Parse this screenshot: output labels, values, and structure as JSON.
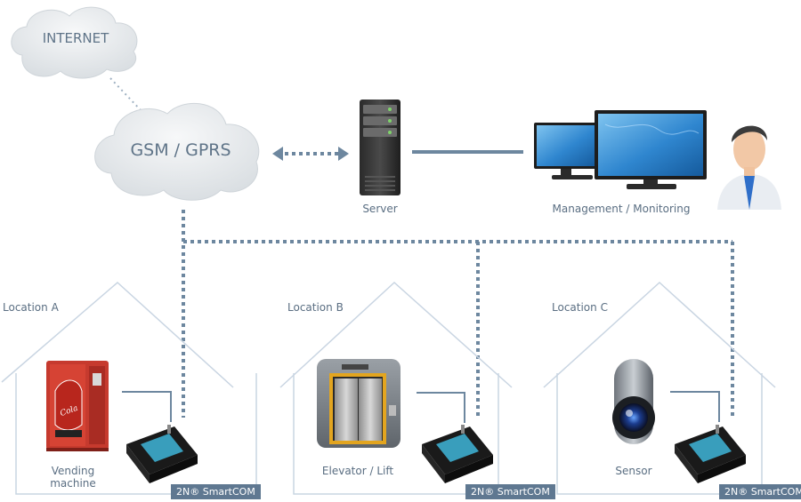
{
  "clouds": {
    "internet": "INTERNET",
    "gsm": "GSM / GPRS"
  },
  "nodes": {
    "server": "Server",
    "management": "Management / Monitoring"
  },
  "locations": [
    {
      "title": "Location A",
      "device_line1": "Vending",
      "device_line2": "machine",
      "badge": "2N® SmartCOM",
      "can_text": "Cola"
    },
    {
      "title": "Location B",
      "device": "Elevator / Lift",
      "badge": "2N® SmartCOM"
    },
    {
      "title": "Location C",
      "device": "Sensor",
      "badge": "2N® SmartCOM"
    }
  ],
  "colors": {
    "line": "#6d879f",
    "house": "#c9d5e2",
    "cloud": "#e8ecef",
    "badge": "#5f7891",
    "text": "#5a6e82",
    "vending": "#c63a2e",
    "elevator_frame": "#e3a51f"
  }
}
